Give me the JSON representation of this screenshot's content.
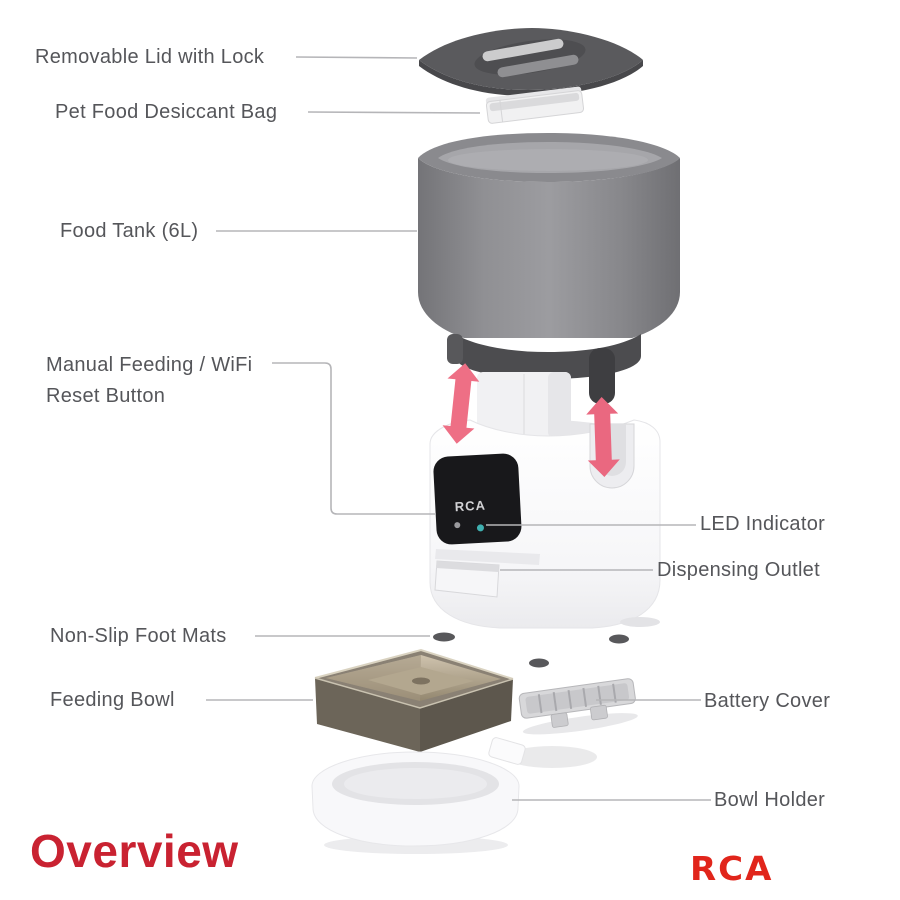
{
  "footer": {
    "title": "Overview",
    "brand": "RCA"
  },
  "device": {
    "panel_logo": "RCA"
  },
  "labels": {
    "removable_lid": "Removable Lid with Lock",
    "desiccant_bag": "Pet Food Desiccant Bag",
    "food_tank": "Food Tank (6L)",
    "manual_feeding_line1": "Manual Feeding / WiFi",
    "manual_feeding_line2": "Reset Button",
    "led_indicator": "LED Indicator",
    "dispensing_outlet": "Dispensing Outlet",
    "foot_mats": "Non-Slip Foot Mats",
    "feeding_bowl": "Feeding Bowl",
    "battery_cover": "Battery Cover",
    "bowl_holder": "Bowl Holder"
  },
  "colors": {
    "title_red": "#c92231",
    "brand_red": "#e1251b",
    "label_gray": "#55565a",
    "leader_line_gray": "#b5b5b8",
    "arrow_pink": "#ee6f85",
    "led_teal": "#3fb0b0"
  }
}
